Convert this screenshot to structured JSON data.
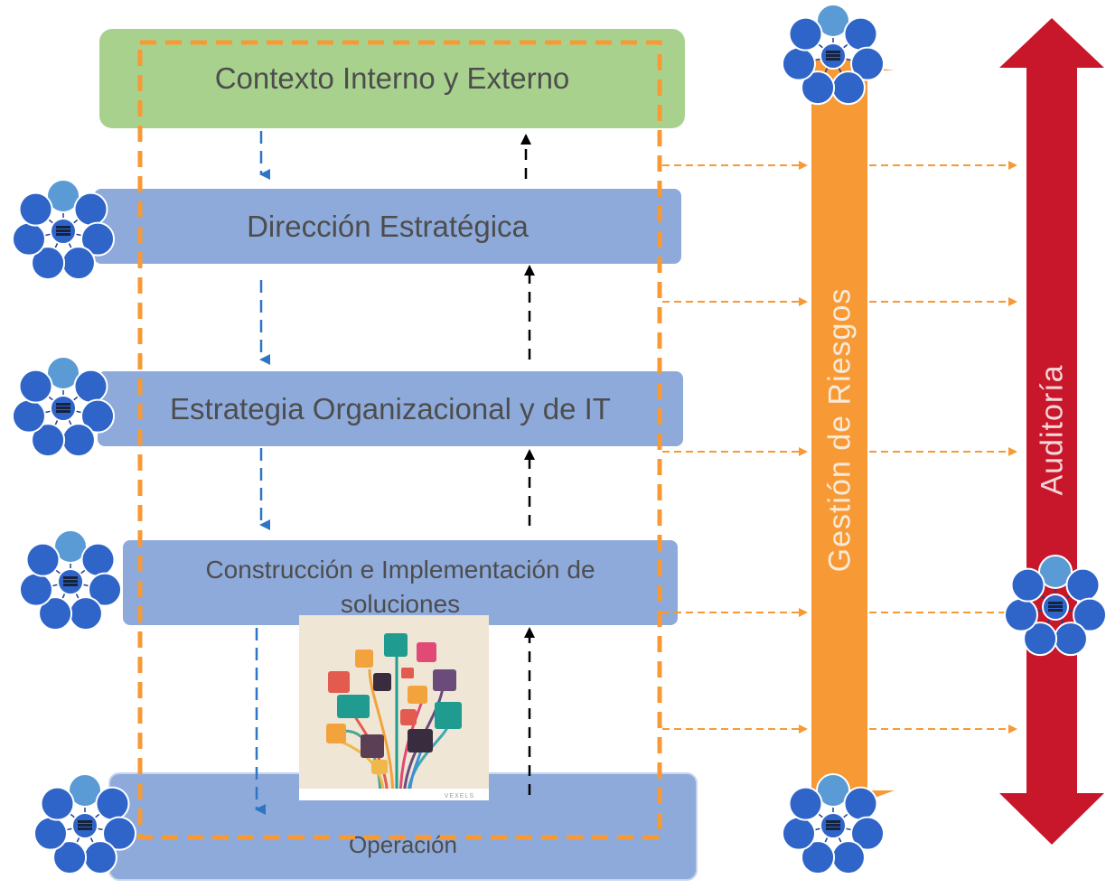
{
  "boxes": {
    "contexto": "Contexto Interno y Externo",
    "direccion": "Dirección Estratégica",
    "estrategia": "Estrategia Organizacional y de IT",
    "construccion": "Construcción e Implementación de soluciones",
    "operacion": "Operación"
  },
  "side": {
    "riesgos": "Gestión de Riesgos",
    "auditoria": "Auditoría"
  },
  "image": {
    "credit": "VEXELS"
  },
  "colors": {
    "contexto": "#a9d18e",
    "process": "#8eaadb",
    "riesgos": "#f79a35",
    "auditoria": "#c8172a",
    "down_arrows": "#2e75c6",
    "up_arrows": "#000000",
    "frame": "#f79a35",
    "cluster": "#2f64c8"
  }
}
